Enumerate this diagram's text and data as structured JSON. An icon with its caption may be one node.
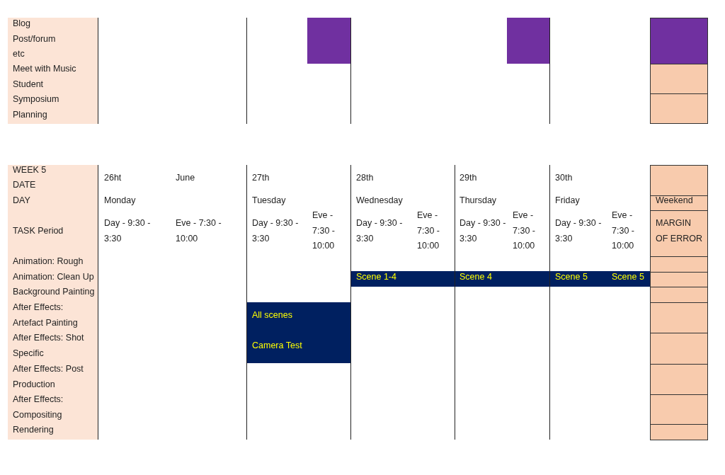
{
  "diagram": {
    "labels": [
      "Blog Post/forum etc",
      "Meet with Music Student",
      "Symposium Planning",
      "WEEK 5",
      "DATE",
      "26ht",
      "June",
      "27th",
      "28th",
      "29th",
      "30th",
      "DAY",
      "Monday",
      "Tuesday",
      "Wednesday",
      "Thursday",
      "Friday",
      "Weekend",
      "TASK Period",
      "Day - 9:30 - 3:30",
      "Eve - 7:30 - 10:00",
      "Day - 9:30 - 3:30",
      "Eve - 7:30 - 10:00",
      "Day - 9:30 - 3:30",
      "Eve - 7:30 - 10:00",
      "Day - 9:30 - 3:30",
      "Eve - 7:30 - 10:00",
      "Day - 9:30 - 3:30",
      "Eve - 7:30 - 10:00",
      "MARGIN OF ERROR",
      "Animation: Rough",
      "Animation: Clean Up",
      "Scene 1-4",
      "Scene 4",
      "Scene 5",
      "Scene 5",
      "Background Painting",
      "After Effects: Artefact Painting",
      "All scenes",
      "After Effects: Shot Specific",
      "Camera Test",
      "After Effects: Post Production",
      "After Effects: Compositing",
      "Rendering"
    ]
  }
}
